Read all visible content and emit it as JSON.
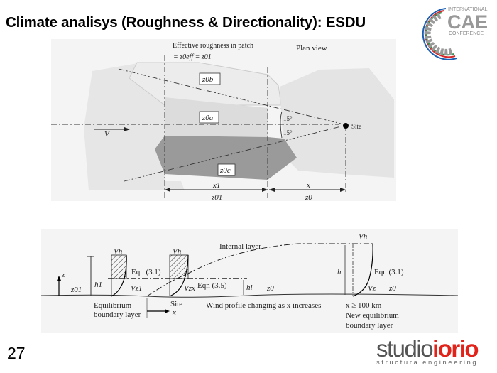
{
  "slide": {
    "title": "Climate analisys (Roughness & Directionality): ESDU",
    "page_number": "27"
  },
  "logos": {
    "cae": {
      "top": "INTERNATIONAL",
      "main": "CAE",
      "bottom": "CONFERENCE"
    },
    "studio": {
      "part1": "studio",
      "part2": "iorio",
      "tagline": "structuralengineering",
      "accent": "#e2231a"
    }
  },
  "plan_view": {
    "heading": "Plan view",
    "effective_label": "Effective roughness in patch",
    "effective_eq": "= z0eff = z01",
    "patch_b": "z0b",
    "patch_a": "z0a",
    "patch_c": "z0c",
    "wind": "V",
    "angle_top": "15°",
    "angle_bottom": "15°",
    "site": "Site",
    "x1": "x1",
    "z01": "z01",
    "x": "x",
    "z0": "z0"
  },
  "profile_view": {
    "z_axis": "z",
    "z01": "z01",
    "h1": "h1",
    "vh1": "Vh",
    "eqn1": "Eqn (3.1)",
    "vz1": "Vz1",
    "vh2": "Vh",
    "vzx": "Vzx",
    "eqn35": "Eqn (3.5)",
    "hi": "hi",
    "z0_mid": "z0",
    "internal_layer": "Internal layer",
    "h": "h",
    "vh3": "Vh",
    "eqn2": "Eqn (3.1)",
    "vz": "Vz",
    "z0_right": "z0",
    "eq_line1": "Equilibrium",
    "eq_line2": "boundary layer",
    "site": "Site",
    "x_arrow": "x",
    "changing": "Wind profile changing as x increases",
    "far_line1": "x ≥ 100 km",
    "far_line2": "New equilibrium",
    "far_line3": "boundary layer"
  }
}
